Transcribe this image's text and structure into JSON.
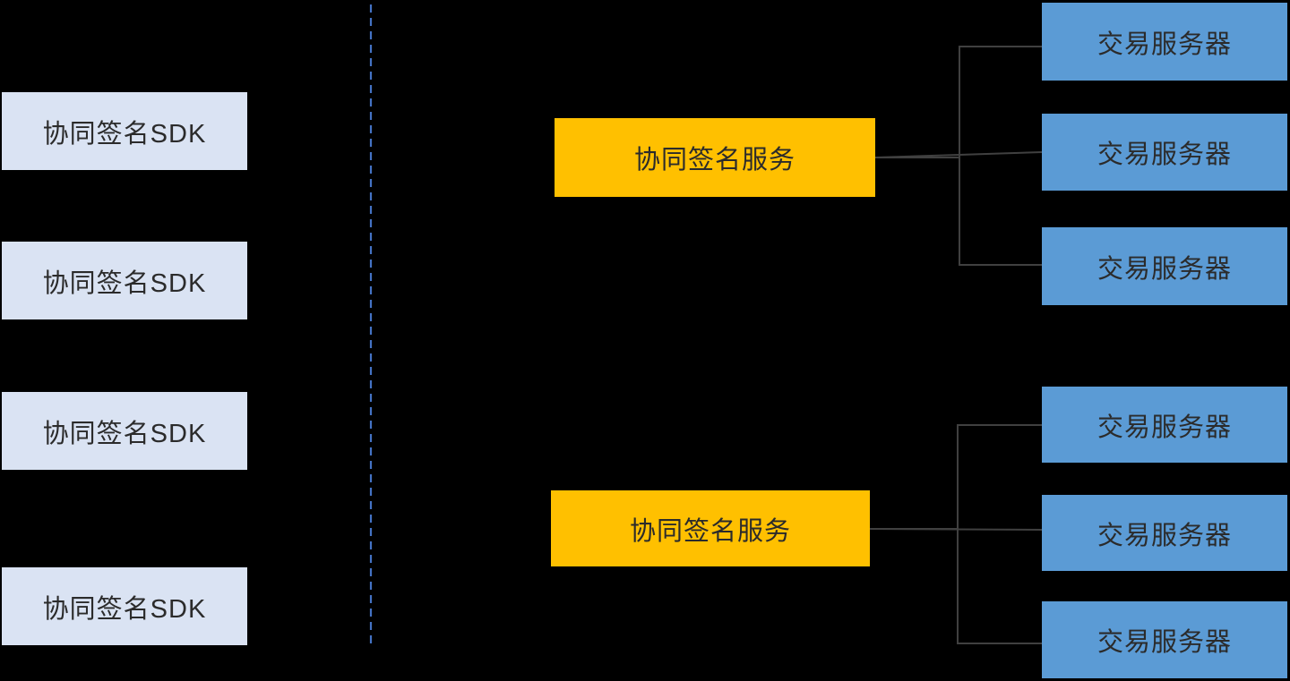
{
  "diagram": {
    "client_zone": {
      "sdk_boxes": [
        {
          "label": "协同签名SDK"
        },
        {
          "label": "协同签名SDK"
        },
        {
          "label": "协同签名SDK"
        },
        {
          "label": "协同签名SDK"
        }
      ]
    },
    "server_zone": {
      "clusters": [
        {
          "service": {
            "label": "协同签名服务"
          },
          "servers": [
            {
              "label": "交易服务器"
            },
            {
              "label": "交易服务器"
            },
            {
              "label": "交易服务器"
            }
          ]
        },
        {
          "service": {
            "label": "协同签名服务"
          },
          "servers": [
            {
              "label": "交易服务器"
            },
            {
              "label": "交易服务器"
            },
            {
              "label": "交易服务器"
            }
          ]
        }
      ]
    }
  },
  "colors": {
    "background": "#000000",
    "sdk_fill": "#DAE3F3",
    "service_fill": "#FFC000",
    "server_fill": "#5B9BD5",
    "connector": "#404040",
    "divider": "#4472C4",
    "box_text": "#2B2B2B"
  }
}
